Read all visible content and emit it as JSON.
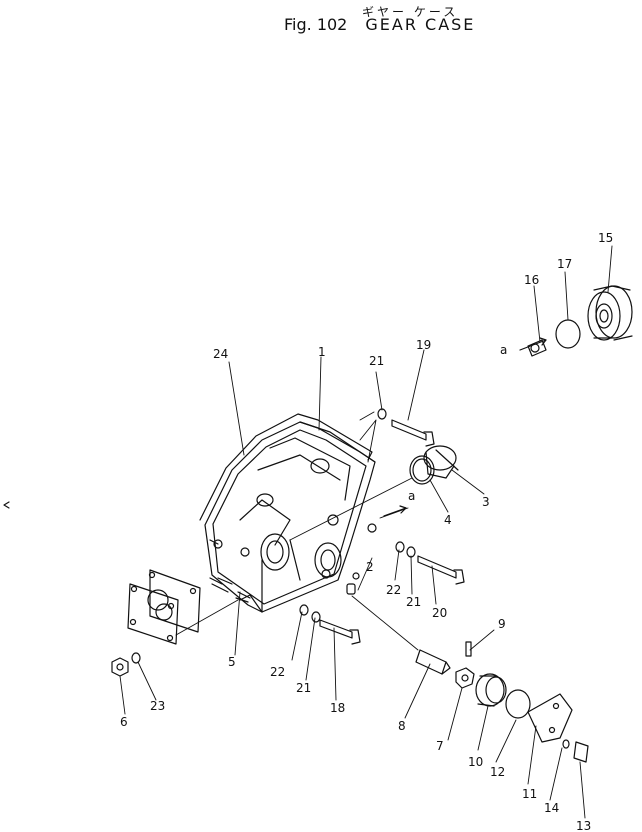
{
  "header": {
    "japanese_title": "ギヤー ケース",
    "figure_number": "Fig. 102",
    "title": "GEAR CASE"
  },
  "callouts": {
    "p1": "1",
    "p2": "2",
    "p3": "3",
    "p4": "4",
    "p5": "5",
    "p6": "6",
    "p7": "7",
    "p8": "8",
    "p9": "9",
    "p10": "10",
    "p11": "11",
    "p12": "12",
    "p13": "13",
    "p14": "14",
    "p15": "15",
    "p16": "16",
    "p17": "17",
    "p18": "18",
    "p19": "19",
    "p20": "20",
    "p21a": "21",
    "p21b": "21",
    "p21c": "21",
    "p22a": "22",
    "p22b": "22",
    "p23": "23",
    "p24": "24",
    "a1": "a",
    "a2": "a"
  }
}
